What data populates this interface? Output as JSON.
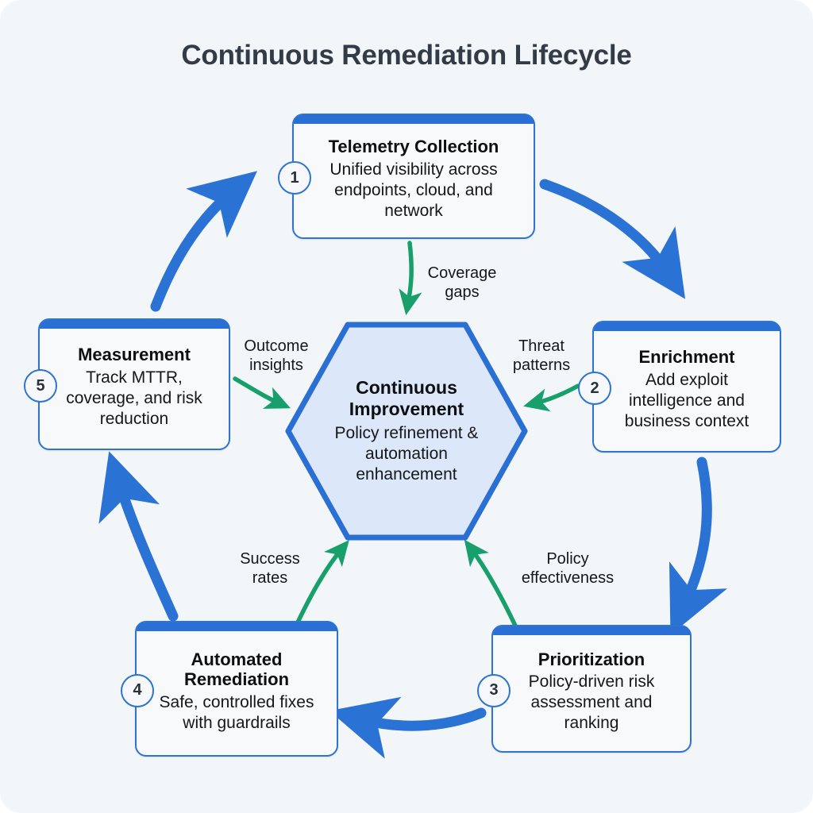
{
  "title": "Continuous Remediation Lifecycle",
  "colors": {
    "canvas_bg": "#f3f6f9",
    "node_border": "#2e74d0",
    "node_header": "#2a6fd4",
    "cycle_arrow": "#2a72d4",
    "feedback_arrow": "#17a06b",
    "hex_fill": "#dce8fa",
    "hex_border": "#2a6fd4",
    "title_text": "#333b47"
  },
  "center": {
    "title": "Continuous Improvement",
    "desc": "Policy refinement & automation enhancement"
  },
  "nodes": [
    {
      "number": "1",
      "title": "Telemetry Collection",
      "desc": "Unified visibility across endpoints, cloud, and network"
    },
    {
      "number": "2",
      "title": "Enrichment",
      "desc": "Add exploit intelligence and business context"
    },
    {
      "number": "3",
      "title": "Prioritization",
      "desc": "Policy-driven risk assessment and ranking"
    },
    {
      "number": "4",
      "title": "Automated Remediation",
      "desc": "Safe, controlled fixes with guardrails"
    },
    {
      "number": "5",
      "title": "Measurement",
      "desc": "Track MTTR, coverage, and risk reduction"
    }
  ],
  "edge_labels": [
    {
      "text": "Coverage\ngaps",
      "from": "Telemetry Collection",
      "to": "Continuous Improvement"
    },
    {
      "text": "Threat\npatterns",
      "from": "Enrichment",
      "to": "Continuous Improvement"
    },
    {
      "text": "Policy\neffectiveness",
      "from": "Prioritization",
      "to": "Continuous Improvement"
    },
    {
      "text": "Success\nrates",
      "from": "Automated Remediation",
      "to": "Continuous Improvement"
    },
    {
      "text": "Outcome\ninsights",
      "from": "Measurement",
      "to": "Continuous Improvement"
    }
  ],
  "cycle_arrows": [
    {
      "from": "Telemetry Collection",
      "to": "Enrichment"
    },
    {
      "from": "Enrichment",
      "to": "Prioritization"
    },
    {
      "from": "Prioritization",
      "to": "Automated Remediation"
    },
    {
      "from": "Automated Remediation",
      "to": "Measurement"
    },
    {
      "from": "Measurement",
      "to": "Telemetry Collection"
    }
  ]
}
